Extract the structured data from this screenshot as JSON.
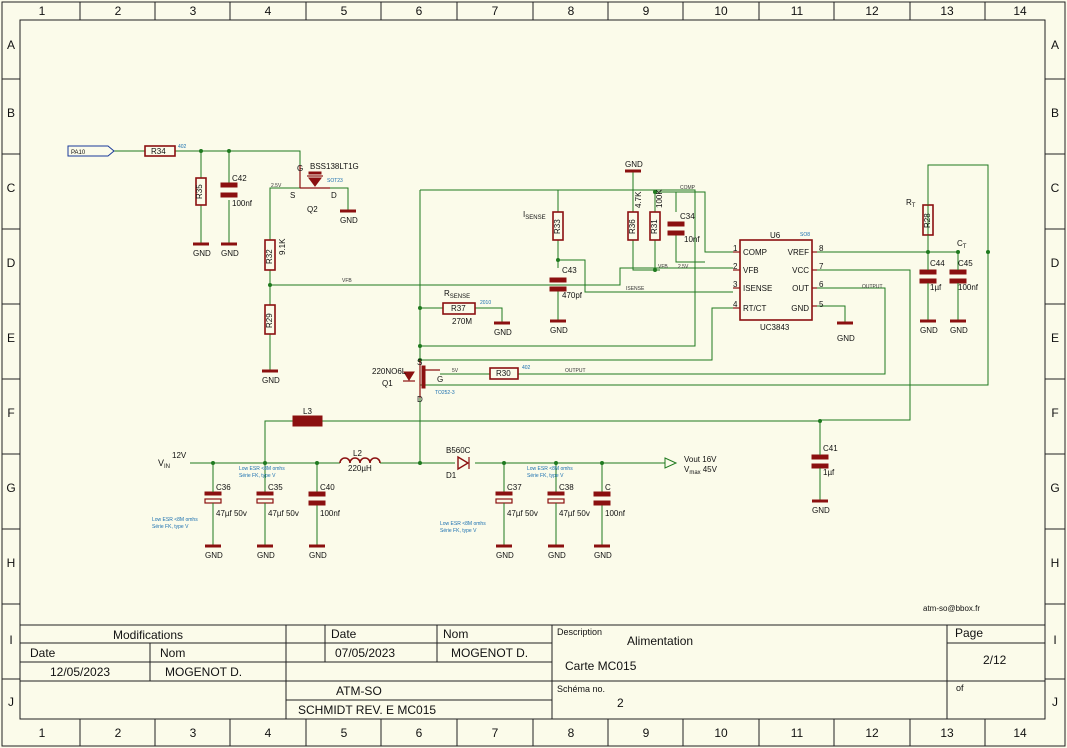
{
  "grid": {
    "columns": [
      "1",
      "2",
      "3",
      "4",
      "5",
      "6",
      "7",
      "8",
      "9",
      "10",
      "11",
      "12",
      "13",
      "14"
    ],
    "rows": [
      "A",
      "B",
      "C",
      "D",
      "E",
      "F",
      "G",
      "H",
      "I",
      "J"
    ]
  },
  "colors": {
    "wire": "#1f7a1f",
    "component": "#8b1010",
    "annotation": "#1a6fb0",
    "background": "#fbfbea"
  },
  "schematic": {
    "input_port": "PA10",
    "resistors": {
      "R34": "R34",
      "R35": "R35",
      "R32": "R32",
      "R32_val": "9.1K",
      "R29": "R29",
      "R33": "R33",
      "R36": "R36",
      "R36_val": "4.7K",
      "R31": "R31",
      "R31_val": "100K",
      "R28": "R28",
      "R37": "R37",
      "R37_val": "270M",
      "R30": "R30"
    },
    "capacitors": {
      "C42": "C42",
      "C42_val": "100nf",
      "C43": "C43",
      "C43_val": "470pf",
      "C34": "C34",
      "C34_val": "10nf",
      "C44": "C44",
      "C44_val": "1µf",
      "C45": "C45",
      "C45_val": "100nf",
      "C41": "C41",
      "C41_val": "1µf",
      "C36": "C36",
      "C36_val": "47µf 50v",
      "C35": "C35",
      "C35_val": "47µf 50v",
      "C40": "C40",
      "C40_val": "100nf",
      "C37": "C37",
      "C37_val": "47µf 50v",
      "C38": "C38",
      "C38_val": "47µf 50v",
      "C": "C",
      "C_val": "100nf"
    },
    "transistors": {
      "Q2": "Q2",
      "Q2_part": "BSS138LT1G",
      "Q1": "Q1",
      "Q1_part": "220NO6L",
      "pin_g": "G",
      "pin_s": "S",
      "pin_d": "D"
    },
    "ic": {
      "ref": "U6",
      "part": "UC3843",
      "left_pins": [
        {
          "num": "1",
          "name": "COMP"
        },
        {
          "num": "2",
          "name": "VFB"
        },
        {
          "num": "3",
          "name": "ISENSE"
        },
        {
          "num": "4",
          "name": "RT/CT"
        }
      ],
      "right_pins": [
        {
          "num": "8",
          "name": "VREF"
        },
        {
          "num": "7",
          "name": "VCC"
        },
        {
          "num": "6",
          "name": "OUT"
        },
        {
          "num": "5",
          "name": "GND"
        }
      ]
    },
    "inductors": {
      "L3": "L3",
      "L2": "L2",
      "L2_val": "220µH"
    },
    "diode": {
      "ref": "D1",
      "part": "B560C"
    },
    "labels": {
      "gnd": "GND",
      "vin": "V",
      "vin_sub": "IN",
      "vin_val": "12V",
      "isense": "I",
      "isense_sub": "SENSE",
      "rsense": "R",
      "rsense_sub": "SENSE",
      "rt": "R",
      "rt_sub": "T",
      "ct": "C",
      "ct_sub": "T",
      "vout": "Vout 16V",
      "vmax": "V",
      "vmax_sub": "max",
      "vmax_val": "45V",
      "esr_a": "Low ESR <8M omhs",
      "esr_b": "Série FK, type V",
      "net_comp": "COMP",
      "net_output": "OUTPUT",
      "net_isense": "ISENSE",
      "net_25v": "2.5V",
      "net_vfb": "VFB",
      "net_5v": "5V"
    }
  },
  "title_block": {
    "email": "atm-so@bbox.fr",
    "modifications": "Modifications",
    "date_label": "Date",
    "nom_label": "Nom",
    "mod_date": "12/05/2023",
    "mod_nom": "MOGENOT D.",
    "date_label2": "Date",
    "nom_label2": "Nom",
    "date_value": "07/05/2023",
    "nom_value": "MOGENOT D.",
    "company": "ATM-SO",
    "author_line": "SCHMIDT   REV. E     MC015",
    "description_label": "Description",
    "description_value": "Alimentation",
    "card": "Carte MC015",
    "schema_label": "Schéma no.",
    "schema_value": "2",
    "page_label": "Page",
    "page_value": "2/12",
    "of_label": "of"
  }
}
